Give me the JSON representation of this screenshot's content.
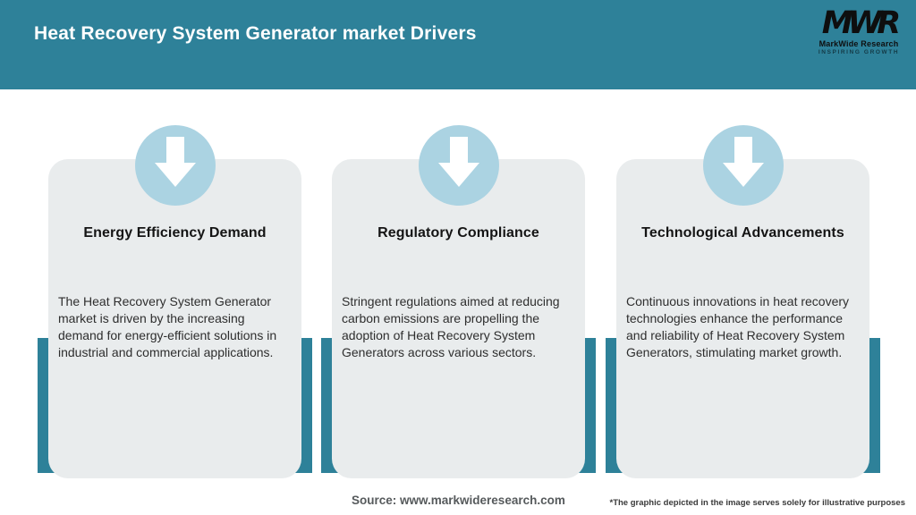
{
  "colors": {
    "teal": "#2e8199",
    "circle_blue": "#abd3e2",
    "card_bg": "#e9eced",
    "title_text": "#ffffff",
    "heading_text": "#141414",
    "body_text": "#2e2e2e",
    "source_text": "#565a5c"
  },
  "header": {
    "title": "Heat Recovery System Generator market Drivers",
    "logo": {
      "monogram": "MWR",
      "name": "MarkWide Research",
      "tagline": "INSPIRING GROWTH"
    }
  },
  "cards": [
    {
      "icon": "down-arrow-icon",
      "title": "Energy Efficiency Demand",
      "body_lines": [
        "The Heat Recovery System Generator",
        "market is driven by the increasing",
        "demand for energy-efficient solutions in",
        "industrial and commercial applications."
      ]
    },
    {
      "icon": "down-arrow-icon",
      "title": "Regulatory Compliance",
      "body_lines": [
        "Stringent regulations aimed at reducing",
        "carbon emissions are propelling the",
        "adoption of Heat Recovery System",
        "Generators across various sectors."
      ]
    },
    {
      "icon": "down-arrow-icon",
      "title": "Technological Advancements",
      "body_lines": [
        "Continuous innovations in heat recovery",
        "technologies enhance the performance",
        "and reliability of Heat Recovery System",
        "Generators, stimulating market growth."
      ]
    }
  ],
  "footer": {
    "source": "Source: www.markwideresearch.com",
    "disclaimer": "*The graphic depicted in the image serves solely for illustrative purposes"
  }
}
